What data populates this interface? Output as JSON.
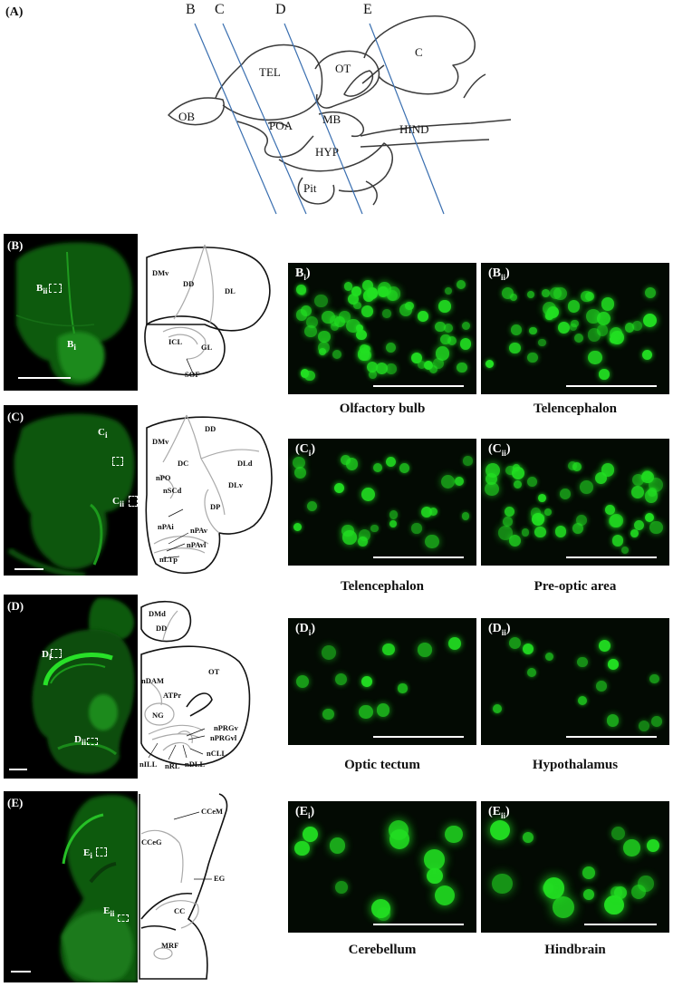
{
  "panel_a": {
    "label": "(A)",
    "section_lines": [
      "B",
      "C",
      "D",
      "E"
    ],
    "regions": {
      "tel": "TEL",
      "ot": "OT",
      "c": "C",
      "ob": "OB",
      "poa": "POA",
      "mb": "MB",
      "hind": "HIND",
      "hyp": "HYP",
      "pit": "Pit"
    }
  },
  "rows": [
    {
      "label": "(B)",
      "marks": [
        {
          "text": "B",
          "sub": "ii"
        },
        {
          "text": "B",
          "sub": "i"
        }
      ],
      "atlas": [
        "DMv",
        "DD",
        "DL",
        "ICL",
        "GL",
        "SOF"
      ],
      "micros": [
        {
          "letter": "B",
          "sub": "i",
          "caption": "Olfactory bulb"
        },
        {
          "letter": "B",
          "sub": "ii",
          "caption": "Telencephalon"
        }
      ]
    },
    {
      "label": "(C)",
      "marks": [
        {
          "text": "C",
          "sub": "i"
        },
        {
          "text": "C",
          "sub": "ii"
        }
      ],
      "atlas": [
        "DD",
        "DMv",
        "DC",
        "DLd",
        "DLv",
        "nPO",
        "nSCd",
        "DP",
        "nPAi",
        "nPAv",
        "nPAvl",
        "nLTp"
      ],
      "micros": [
        {
          "letter": "C",
          "sub": "i",
          "caption": "Telencephalon"
        },
        {
          "letter": "C",
          "sub": "ii",
          "caption": "Pre-optic area"
        }
      ]
    },
    {
      "label": "(D)",
      "marks": [
        {
          "text": "D",
          "sub": "i"
        },
        {
          "text": "D",
          "sub": "ii"
        }
      ],
      "atlas": [
        "DMd",
        "DD",
        "OT",
        "nDAM",
        "ATPr",
        "NG",
        "nPRGv",
        "nPRGvl",
        "nCLL",
        "nILL",
        "nRL",
        "nDLL"
      ],
      "micros": [
        {
          "letter": "D",
          "sub": "i",
          "caption": "Optic tectum"
        },
        {
          "letter": "D",
          "sub": "ii",
          "caption": "Hypothalamus"
        }
      ]
    },
    {
      "label": "(E)",
      "marks": [
        {
          "text": "E",
          "sub": "i"
        },
        {
          "text": "E",
          "sub": "ii"
        }
      ],
      "atlas": [
        "CCeM",
        "CCeG",
        "EG",
        "CC",
        "MRF"
      ],
      "micros": [
        {
          "letter": "E",
          "sub": "i",
          "caption": "Cerebellum"
        },
        {
          "letter": "E",
          "sub": "ii",
          "caption": "Hindbrain"
        }
      ]
    }
  ],
  "colors": {
    "fluorescence": "#22e022",
    "section_line": "#3a6fb0",
    "outline": "#333333"
  }
}
